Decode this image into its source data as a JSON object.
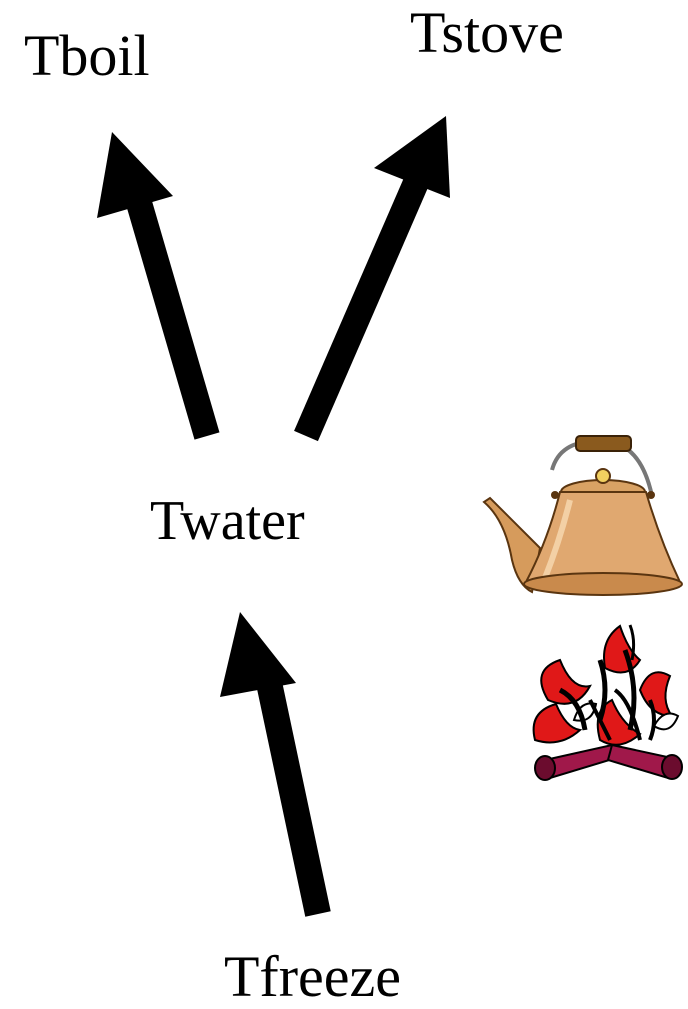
{
  "labels": {
    "boil": "Tboil",
    "stove": "Tstove",
    "water": "Twater",
    "freeze": "Tfreeze"
  },
  "arrows": [
    {
      "from": "Twater",
      "to": "Tboil"
    },
    {
      "from": "Twater",
      "to": "Tstove"
    },
    {
      "from": "Tfreeze",
      "to": "Twater"
    }
  ],
  "illustrations": [
    "kettle-icon",
    "campfire-icon"
  ],
  "colors": {
    "arrow": "#000000",
    "text": "#000000",
    "kettle_body": "#e0a870",
    "flame_red": "#e01818",
    "log": "#a0184a"
  }
}
